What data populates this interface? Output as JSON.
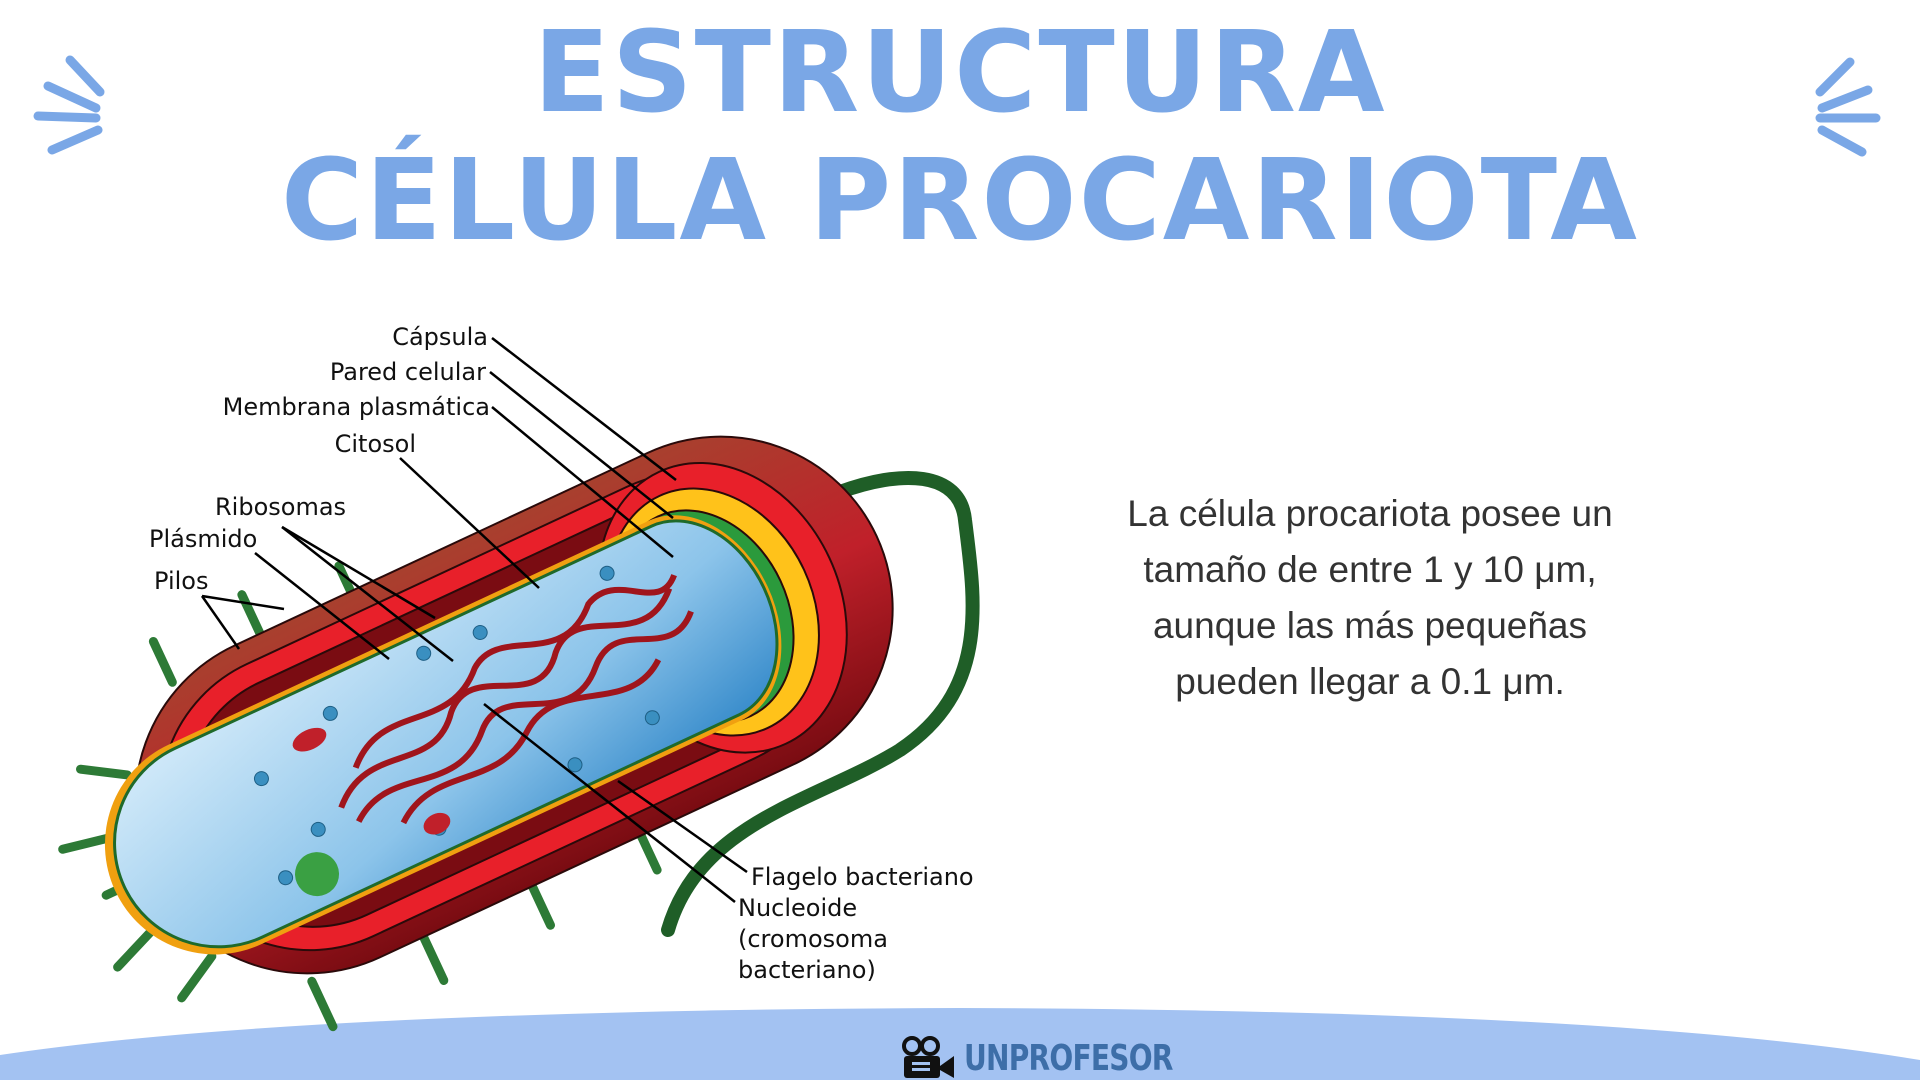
{
  "title": {
    "line1": "ESTRUCTURA",
    "line2": "CÉLULA PROCARIOTA"
  },
  "colors": {
    "title": "#7aa7e6",
    "footer": "#a3c2f2",
    "logo": "#3d6ea8"
  },
  "diagram": {
    "labels": {
      "capsula": "Cápsula",
      "pared": "Pared celular",
      "membrana": "Membrana plasmática",
      "citosol": "Citosol",
      "ribosomas": "Ribosomas",
      "plasmido": "Plásmido",
      "pilos": "Pilos",
      "flagelo": "Flagelo bacteriano",
      "nucleoide": "Nucleoide",
      "nucleoide2": "(cromosoma",
      "nucleoide3": "bacteriano)"
    }
  },
  "description": {
    "lines": [
      "La célula procariota posee un",
      "tamaño de entre 1 y 10 μm,",
      "aunque las más pequeñas",
      "pueden llegar a 0.1 μm."
    ]
  },
  "footer": {
    "logo_text": "UNPROFESOR",
    "logo_icon": "video-camera-icon"
  }
}
